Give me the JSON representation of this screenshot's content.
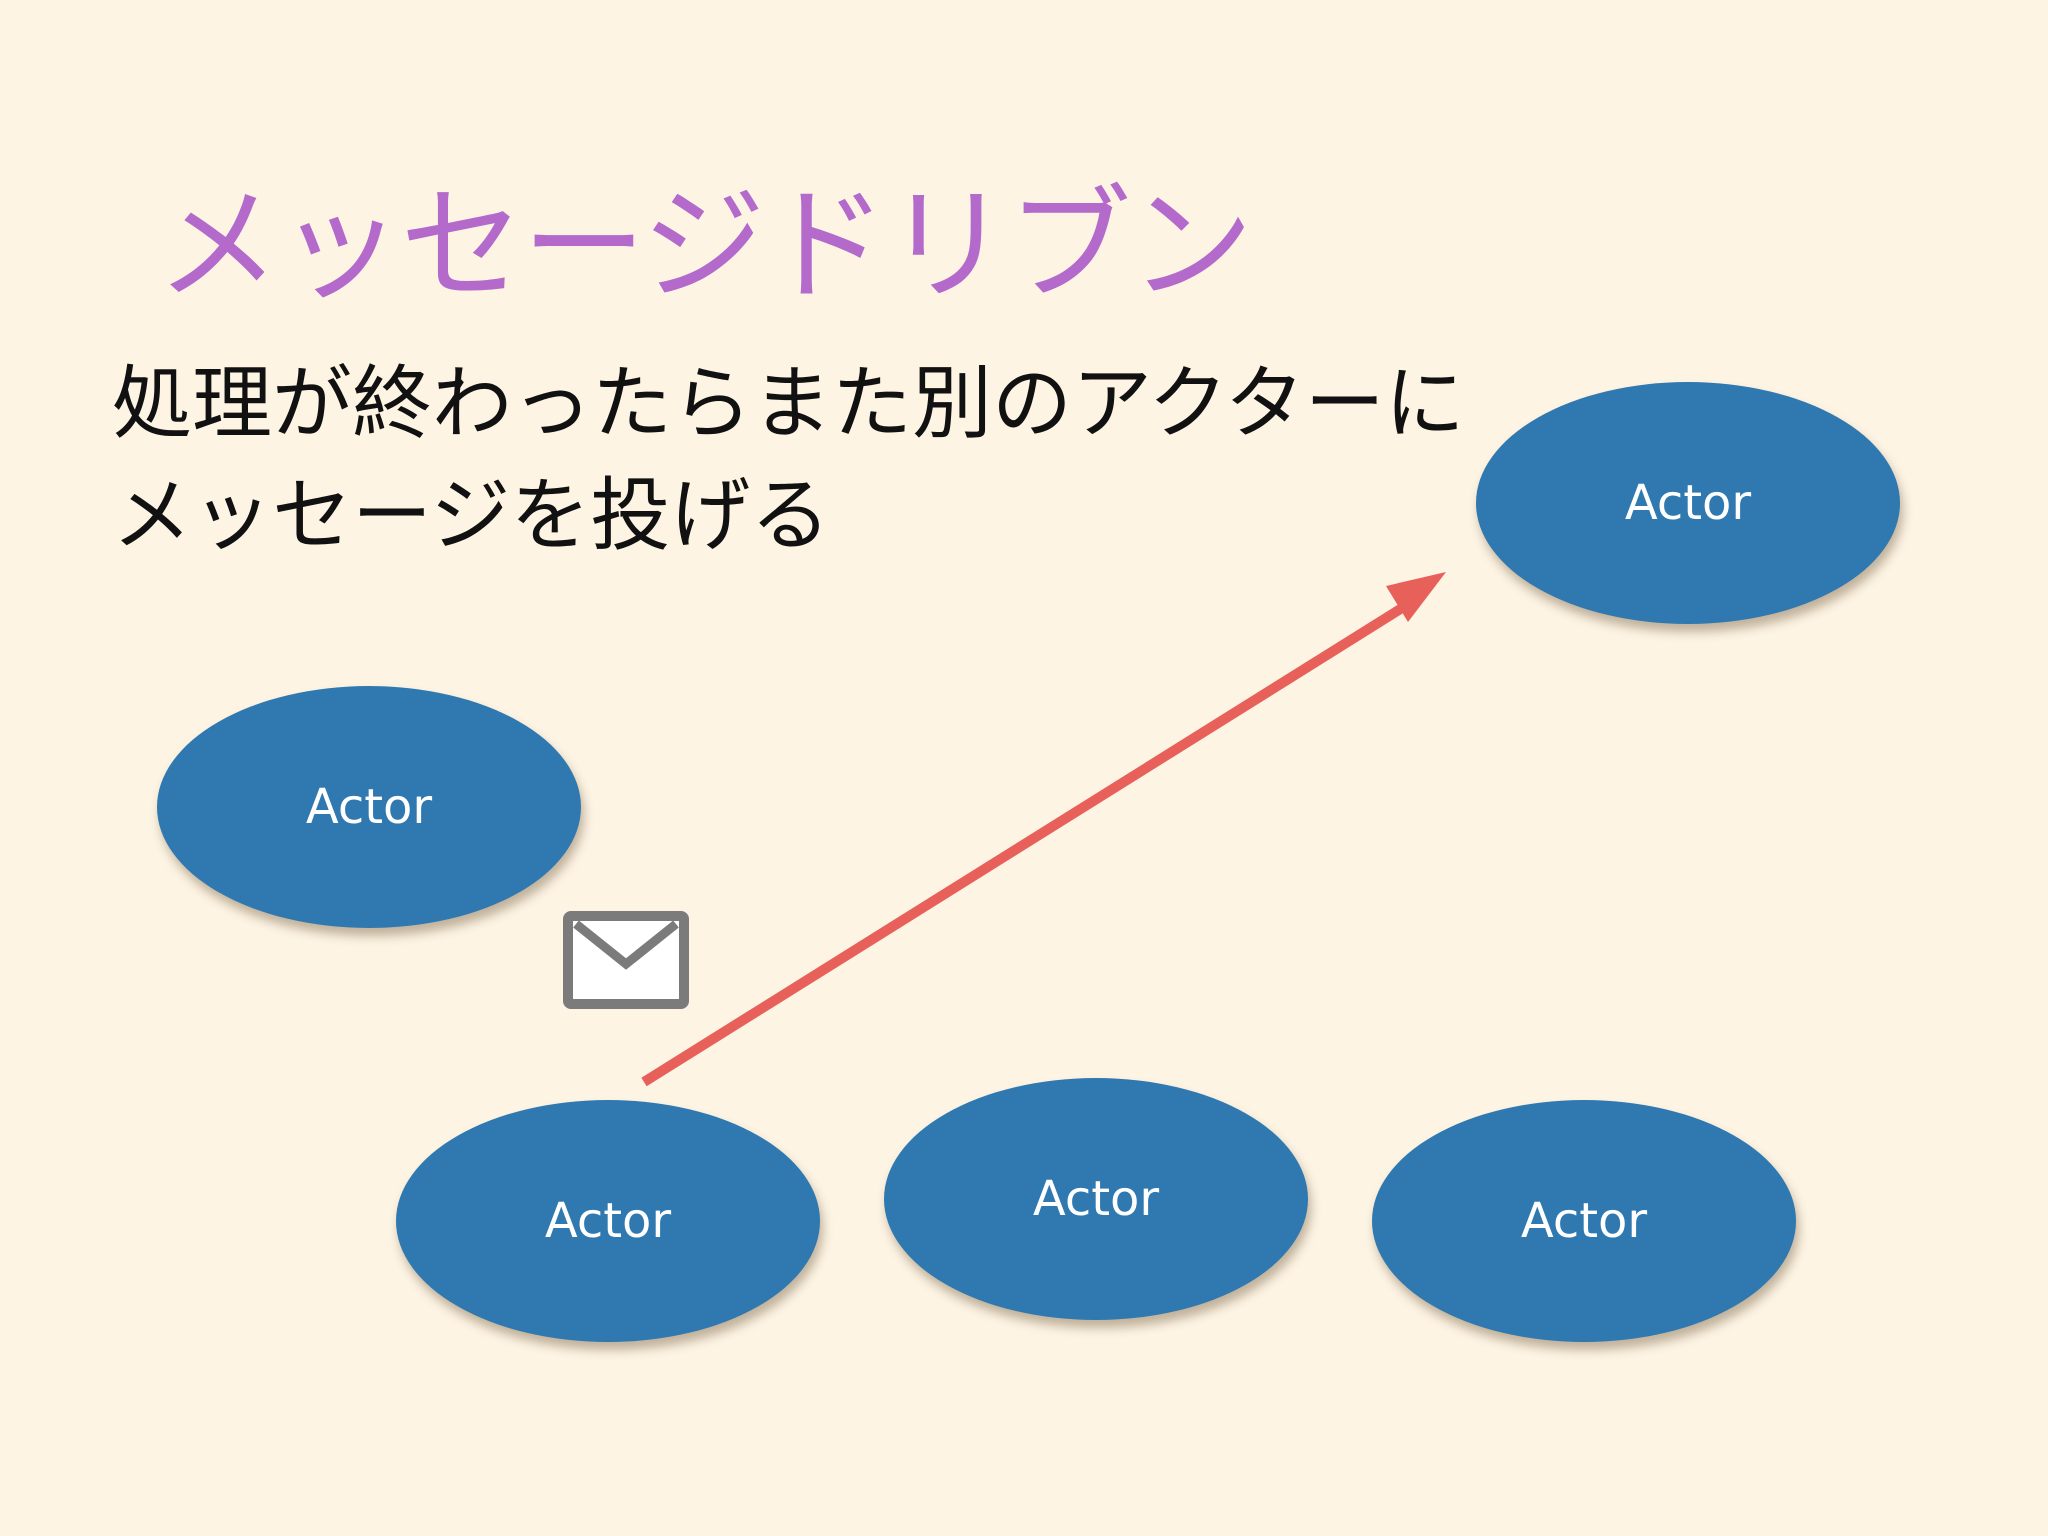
{
  "title": "メッセージドリブン",
  "body": {
    "line1": "処理が終わったらまた別のアクターに",
    "line2": "メッセージを投げる"
  },
  "actors": [
    {
      "label": "Actor"
    },
    {
      "label": "Actor"
    },
    {
      "label": "Actor"
    },
    {
      "label": "Actor"
    },
    {
      "label": "Actor"
    }
  ],
  "icons": {
    "message": "envelope-icon",
    "flow": "arrow-icon"
  },
  "colors": {
    "background": "#fdf4e4",
    "title": "#b36acb",
    "actor_fill": "#2f79b0",
    "arrow": "#e8605a",
    "envelope": "#7b7b7b"
  }
}
